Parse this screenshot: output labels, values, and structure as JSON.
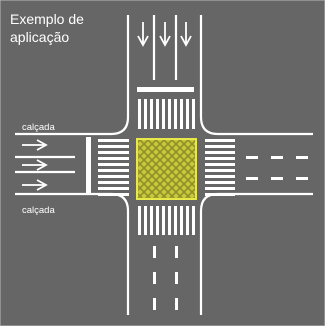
{
  "diagram": {
    "caption_lines": [
      "Exemplo de",
      "aplicação"
    ],
    "sidewalk_label_top": "calçada",
    "sidewalk_label_bottom": "calçada",
    "arrow_glyph_down": "↓",
    "arrow_glyph_right": "→",
    "colors": {
      "asphalt": "#666666",
      "markings": "#ffffff",
      "box_fill": "#c8c83a",
      "box_hatch": "#8f8f2a",
      "border": "#888888"
    }
  }
}
